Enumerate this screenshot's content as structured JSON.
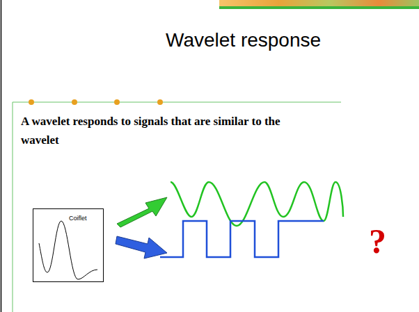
{
  "diagram": {
    "title": "Wavelet response",
    "nodes": [
      {
        "text": [
          "Coiflet"
        ]
      }
    ],
    "labels": [
      "A wavelet responds to signals that are similar to the wavelet",
      "?"
    ]
  }
}
